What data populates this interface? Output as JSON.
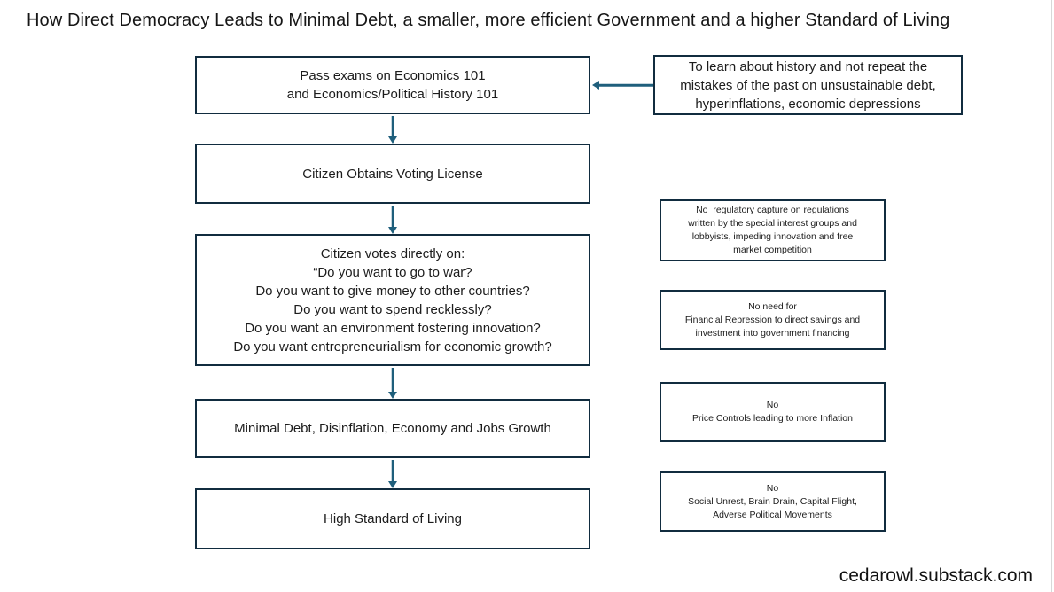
{
  "title": "How Direct Democracy Leads to Minimal Debt, a smaller, more efficient Government and a higher Standard of Living",
  "colors": {
    "box_border": "#112c3f",
    "arrow": "#1f5f7c",
    "text": "#1c1c1c"
  },
  "flow": {
    "steps": [
      {
        "label": "Pass exams on Economics 101\nand Economics/Political History 101"
      },
      {
        "label": "Citizen Obtains Voting License"
      },
      {
        "label": "Citizen votes directly on:\n“Do you want to go to war?\nDo you want to give money to other countries?\nDo you want to spend recklessly?\nDo you want an environment fostering innovation?\nDo you want entrepreneurialism for economic growth?"
      },
      {
        "label": "Minimal Debt, Disinflation, Economy and Jobs Growth"
      },
      {
        "label": "High Standard of Living"
      }
    ]
  },
  "side_notes": [
    {
      "label": "To learn about history and not repeat the\nmistakes of the past on unsustainable debt,\nhyperinflations, economic depressions"
    },
    {
      "label": "No  regulatory capture on regulations\nwritten by the special interest groups and\nlobbyists, impeding innovation and free\nmarket competition"
    },
    {
      "label": "No need for\nFinancial Repression to direct savings and\ninvestment into government financing"
    },
    {
      "label": "No\nPrice Controls leading to more Inflation"
    },
    {
      "label": "No\nSocial Unrest, Brain Drain, Capital Flight,\nAdverse Political Movements"
    }
  ],
  "footer": {
    "watermark": "cedarowl.substack.com"
  }
}
